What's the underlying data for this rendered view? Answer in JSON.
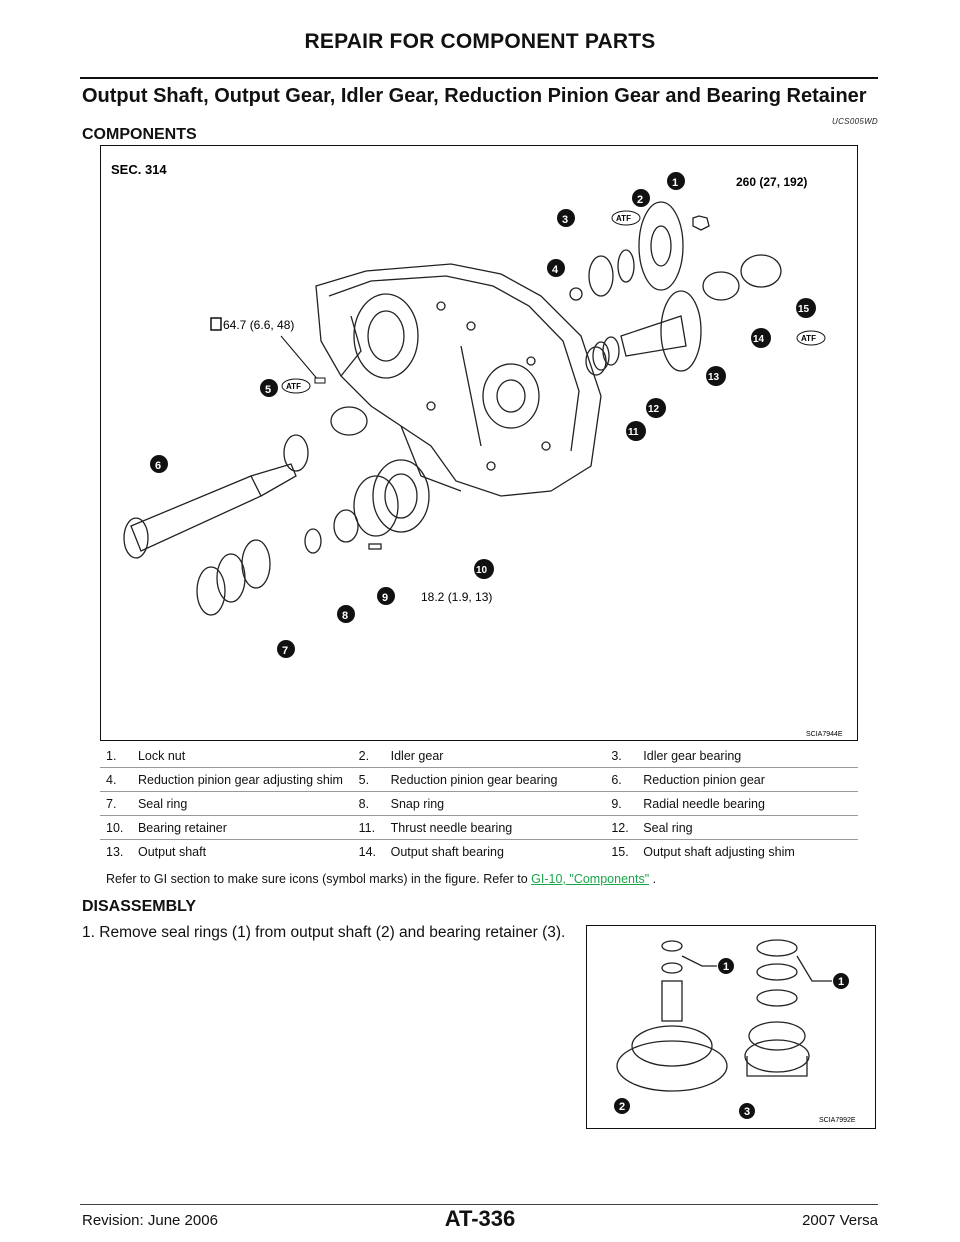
{
  "header": {
    "title": "REPAIR FOR COMPONENT PARTS"
  },
  "section": {
    "title": "Output Shaft, Output Gear, Idler Gear, Reduction Pinion Gear and Bearing Retainer",
    "code": "UCS005WD",
    "components_heading": "COMPONENTS",
    "disassembly_heading": "DISASSEMBLY"
  },
  "figure1": {
    "sec_label": "SEC. 314",
    "torque_1": "260 (27, 192)",
    "torque_bolt": "64.7 (6.6, 48)",
    "torque_10": "18.2 (1.9, 13)",
    "atf_label": "ATF",
    "code": "SCIA7944E",
    "callouts": [
      "1",
      "2",
      "3",
      "4",
      "5",
      "6",
      "7",
      "8",
      "9",
      "10",
      "11",
      "12",
      "13",
      "14",
      "15"
    ]
  },
  "parts": [
    [
      {
        "num": "1.",
        "name": "Lock nut"
      },
      {
        "num": "2.",
        "name": "Idler gear"
      },
      {
        "num": "3.",
        "name": "Idler gear bearing"
      }
    ],
    [
      {
        "num": "4.",
        "name": "Reduction pinion gear adjusting shim"
      },
      {
        "num": "5.",
        "name": "Reduction pinion gear bearing"
      },
      {
        "num": "6.",
        "name": "Reduction pinion gear"
      }
    ],
    [
      {
        "num": "7.",
        "name": "Seal ring"
      },
      {
        "num": "8.",
        "name": "Snap ring"
      },
      {
        "num": "9.",
        "name": "Radial needle bearing"
      }
    ],
    [
      {
        "num": "10.",
        "name": "Bearing retainer"
      },
      {
        "num": "11.",
        "name": "Thrust needle bearing"
      },
      {
        "num": "12.",
        "name": "Seal ring"
      }
    ],
    [
      {
        "num": "13.",
        "name": "Output shaft"
      },
      {
        "num": "14.",
        "name": "Output shaft bearing"
      },
      {
        "num": "15.",
        "name": "Output shaft adjusting shim"
      }
    ]
  ],
  "reference": {
    "text": "Refer to GI section to make sure icons (symbol marks) in the figure. Refer to",
    "link": "GI-10, \"Components\"",
    "suffix": "."
  },
  "steps": [
    {
      "num": "1.",
      "text": "Remove seal rings (1) from output shaft (2) and bearing retainer (3)."
    }
  ],
  "figure2": {
    "code": "SCIA7992E",
    "callouts": [
      "1",
      "1",
      "2",
      "3"
    ]
  },
  "footer": {
    "revision": "Revision: June 2006",
    "page": "AT-336",
    "model": "2007 Versa"
  }
}
